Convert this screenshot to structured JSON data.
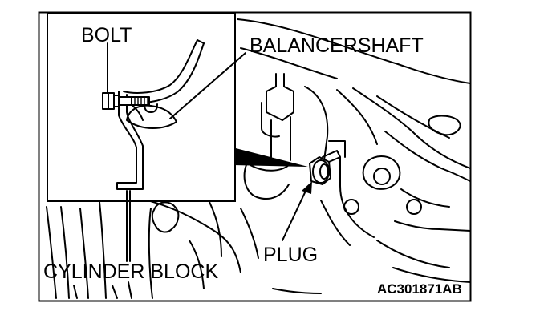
{
  "diagram": {
    "labels": {
      "bolt": "BOLT",
      "balancershaft": "BALANCERSHAFT",
      "plug": "PLUG",
      "cylinder_block": "CYLINDER BLOCK"
    },
    "figure_code": "AC301871AB"
  }
}
